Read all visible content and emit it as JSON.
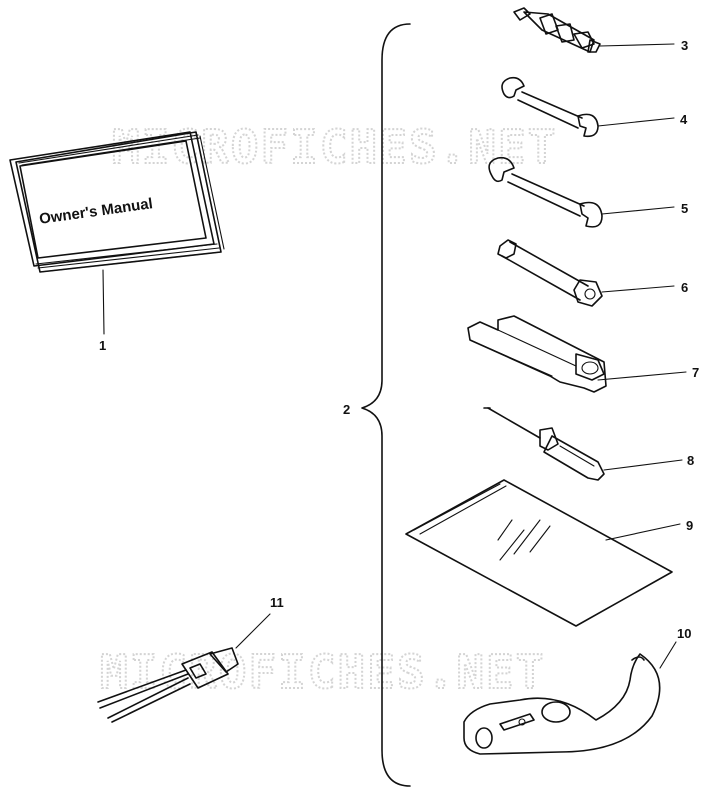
{
  "watermark": {
    "text_top": "MICROFICHES.NET",
    "text_bottom": "MICROFICHES.NET"
  },
  "manual": {
    "cover_text": "Owner's Manual"
  },
  "callouts": [
    {
      "id": "1",
      "label": "1"
    },
    {
      "id": "2",
      "label": "2"
    },
    {
      "id": "3",
      "label": "3"
    },
    {
      "id": "4",
      "label": "4"
    },
    {
      "id": "5",
      "label": "5"
    },
    {
      "id": "6",
      "label": "6"
    },
    {
      "id": "7",
      "label": "7"
    },
    {
      "id": "8",
      "label": "8"
    },
    {
      "id": "9",
      "label": "9"
    },
    {
      "id": "10",
      "label": "10"
    },
    {
      "id": "11",
      "label": "11"
    }
  ]
}
